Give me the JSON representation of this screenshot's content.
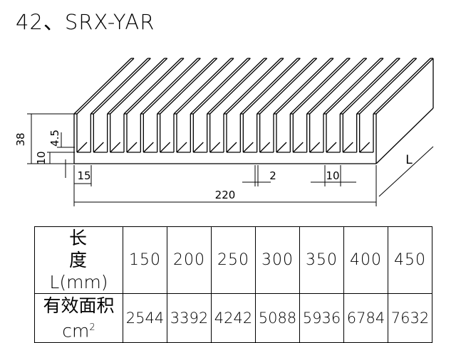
{
  "title": "42、SRX-YAR",
  "dimensions": {
    "height_total": "38",
    "fin_gap_height": "4.5",
    "base_height": "10",
    "edge_fin": "15",
    "fin_thickness": "2",
    "pitch": "10",
    "width": "220",
    "length": "L"
  },
  "table": {
    "length_header_line1": "长 度",
    "length_header_line2": "L(mm)",
    "area_header_line1": "有效面积",
    "area_header_line2": "cm",
    "area_header_sup": "2",
    "lengths": [
      "150",
      "200",
      "250",
      "300",
      "350",
      "400",
      "450"
    ],
    "areas": [
      "2544",
      "3392",
      "4242",
      "5088",
      "5936",
      "6784",
      "7632"
    ]
  }
}
